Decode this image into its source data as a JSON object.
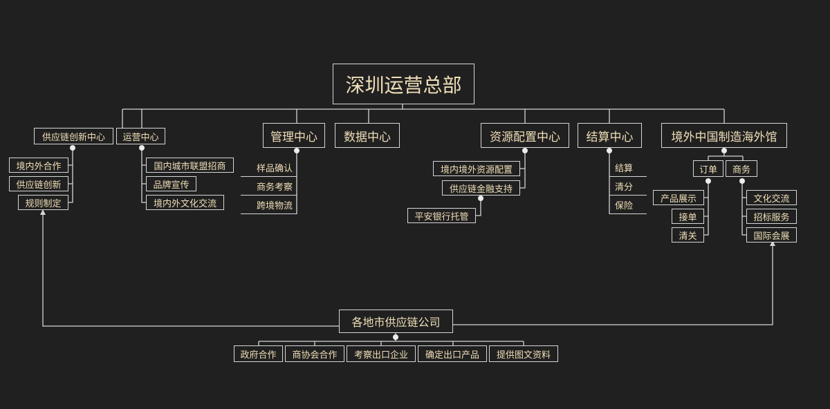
{
  "root": "深圳运营总部",
  "dept": {
    "supply_innovation": "供应链创新中心",
    "operations": "运营中心",
    "management": "管理中心",
    "data": "数据中心",
    "resources": "资源配置中心",
    "settlement": "结算中心",
    "overseas": "境外中国制造海外馆"
  },
  "supply_innovation_items": [
    "境内外合作",
    "供应链创新",
    "规则制定"
  ],
  "operations_items": [
    "国内城市联盟招商",
    "品牌宣传",
    "境内外文化交流"
  ],
  "management_items": [
    "样品确认",
    "商务考察",
    "跨境物流"
  ],
  "resources_items": [
    "境内境外资源配置",
    "供应链金融支持"
  ],
  "resources_sub": "平安银行托管",
  "settlement_items": [
    "结算",
    "清分",
    "保险"
  ],
  "overseas_sub": {
    "order": "订单",
    "business": "商务",
    "order_items": [
      "产品展示",
      "接单",
      "清关"
    ],
    "business_items": [
      "文化交流",
      "招标服务",
      "国际会展"
    ]
  },
  "regional": "各地市供应链公司",
  "regional_items": [
    "政府合作",
    "商协会合作",
    "考察出口企业",
    "确定出口产品",
    "提供图文资料"
  ]
}
